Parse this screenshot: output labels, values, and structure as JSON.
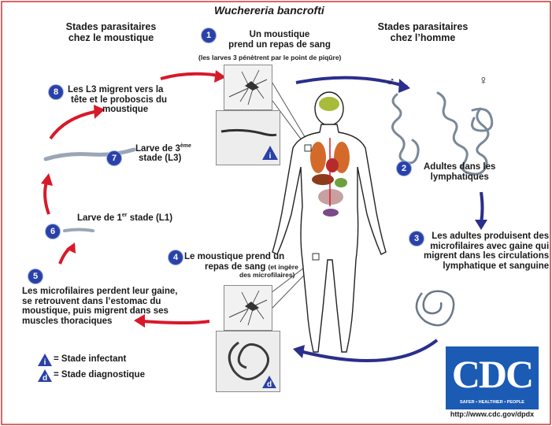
{
  "title": "Wuchereria bancrofti",
  "headers": {
    "left": [
      "Stades parasitaires",
      "chez le moustique"
    ],
    "right": [
      "Stades parasitaires",
      "chez l’homme"
    ]
  },
  "steps": {
    "1": {
      "num": "1",
      "lines": [
        "Un moustique",
        "prend un repas de sang"
      ],
      "note": "(les larves 3 pénètrent par le point de piqûre)"
    },
    "2": {
      "num": "2",
      "lines": [
        "Adultes dans les",
        "lymphatiques"
      ]
    },
    "3": {
      "num": "3",
      "lines": [
        "Les adultes produisent des",
        "microfilaires avec gaine qui",
        "migrent dans les circulations",
        "lymphatique et sanguine"
      ]
    },
    "4": {
      "num": "4",
      "lines": [
        "Le moustique prend un",
        "repas de sang"
      ],
      "note_lines": [
        "(et ingère",
        "des microfilaires)"
      ]
    },
    "5": {
      "num": "5",
      "lines": [
        "Les microfilaires perdent leur gaine,",
        "se retrouvent dans l’estomac du",
        "moustique, puis migrent dans ses",
        "muscles thoraciques"
      ]
    },
    "6": {
      "num": "6",
      "label": "Larve de 1",
      "sup": "er",
      "label_end": " stade (L1)"
    },
    "7": {
      "num": "7",
      "label": "Larve de 3",
      "sup": "ème",
      "label_end": "stade (L3)"
    },
    "8": {
      "num": "8",
      "lines": [
        "Les L3 migrent vers la",
        "tête et le proboscis du",
        "moustique"
      ]
    }
  },
  "legend": {
    "infective_letter": "i",
    "infective": "= Stade infectant",
    "diagnostic_letter": "d",
    "diagnostic": "= Stade diagnostique"
  },
  "symbols": {
    "female": "♀",
    "male": "♂"
  },
  "logo": {
    "text": "CDC",
    "tagline": "SAFER • HEALTHIER • PEOPLE",
    "url": "http://www.cdc.gov/dpdx"
  },
  "colors": {
    "arrow_red": "#d8192a",
    "arrow_blue": "#2a2e8c",
    "badge": "#2a41a8",
    "frame": "#d83030",
    "cdc_blue": "#1b5bb4"
  }
}
